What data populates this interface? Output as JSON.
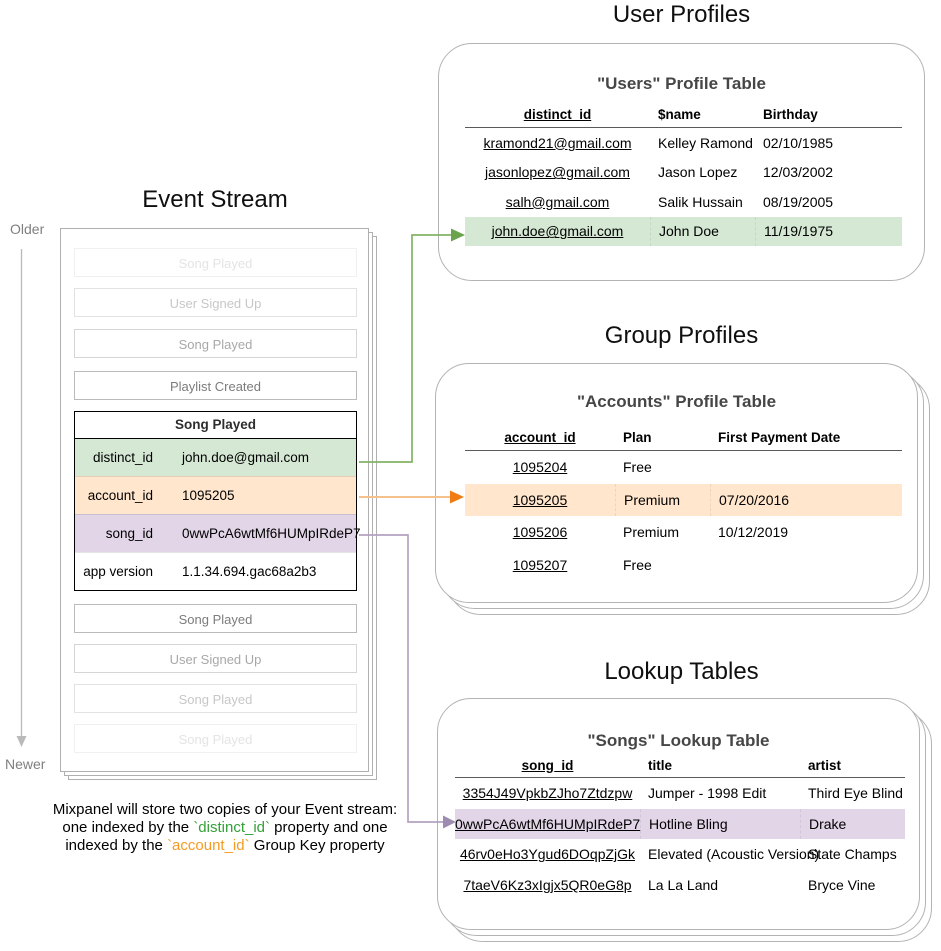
{
  "colors": {
    "green_highlight": "#d5e8d4",
    "orange_highlight": "#ffe6cc",
    "purple_highlight": "#e1d5e7",
    "green_arrow": "#76a75c",
    "orange_arrow_line": "#f4c18a",
    "orange_arrow_head": "#f07c12",
    "purple_arrow": "#a492b5",
    "caption_green": "#34a037",
    "caption_orange": "#f59b22"
  },
  "event_stream": {
    "title": "Event Stream",
    "older_label": "Older",
    "newer_label": "Newer",
    "events_before": [
      "Song Played",
      "User Signed Up",
      "Song Played",
      "Playlist Created"
    ],
    "expanded_event": {
      "title": "Song Played",
      "properties": [
        {
          "key": "distinct_id",
          "value": "john.doe@gmail.com"
        },
        {
          "key": "account_id",
          "value": "1095205"
        },
        {
          "key": "song_id",
          "value": "0wwPcA6wtMf6HUMpIRdeP7"
        },
        {
          "key": "app version",
          "value": "1.1.34.694.gac68a2b3"
        }
      ]
    },
    "events_after": [
      "Song Played",
      "User Signed Up",
      "Song Played",
      "Song Played"
    ]
  },
  "user_profiles": {
    "section_title": "User Profiles",
    "table_title": "\"Users\" Profile Table",
    "columns": [
      "distinct_id",
      "$name",
      "Birthday"
    ],
    "rows": [
      [
        "kramond21@gmail.com",
        "Kelley Ramond",
        "02/10/1985"
      ],
      [
        "jasonlopez@gmail.com",
        "Jason Lopez",
        "12/03/2002"
      ],
      [
        "salh@gmail.com",
        "Salik Hussain",
        "08/19/2005"
      ],
      [
        "john.doe@gmail.com",
        "John Doe",
        "11/19/1975"
      ]
    ],
    "highlighted_row": 3
  },
  "group_profiles": {
    "section_title": "Group Profiles",
    "table_title": "\"Accounts\" Profile Table",
    "columns": [
      "account_id",
      "Plan",
      "First Payment Date"
    ],
    "rows": [
      [
        "1095204",
        "Free",
        ""
      ],
      [
        "1095205",
        "Premium",
        "07/20/2016"
      ],
      [
        "1095206",
        "Premium",
        "10/12/2019"
      ],
      [
        "1095207",
        "Free",
        ""
      ]
    ],
    "highlighted_row": 1
  },
  "lookup_tables": {
    "section_title": "Lookup Tables",
    "table_title": "\"Songs\" Lookup Table",
    "columns": [
      "song_id",
      "title",
      "artist"
    ],
    "rows": [
      [
        "3354J49VpkbZJho7Ztdzpw",
        "Jumper - 1998 Edit",
        "Third Eye Blind"
      ],
      [
        "0wwPcA6wtMf6HUMpIRdeP7",
        "Hotline Bling",
        "Drake"
      ],
      [
        "46rv0eHo3Ygud6DOqpZjGk",
        "Elevated (Acoustic Version)",
        "State Champs"
      ],
      [
        "7taeV6Kz3xIgjx5QR0eG8p",
        "La La Land",
        "Bryce Vine"
      ]
    ],
    "highlighted_row": 1
  },
  "caption": {
    "line1": "Mixpanel will store two copies of your Event stream:",
    "line2_pre": "one indexed by the ",
    "line2_code": "`distinct_id`",
    "line2_post": " property and one",
    "line3_pre": "indexed by the ",
    "line3_code": "`account_id`",
    "line3_post": " Group Key property"
  }
}
